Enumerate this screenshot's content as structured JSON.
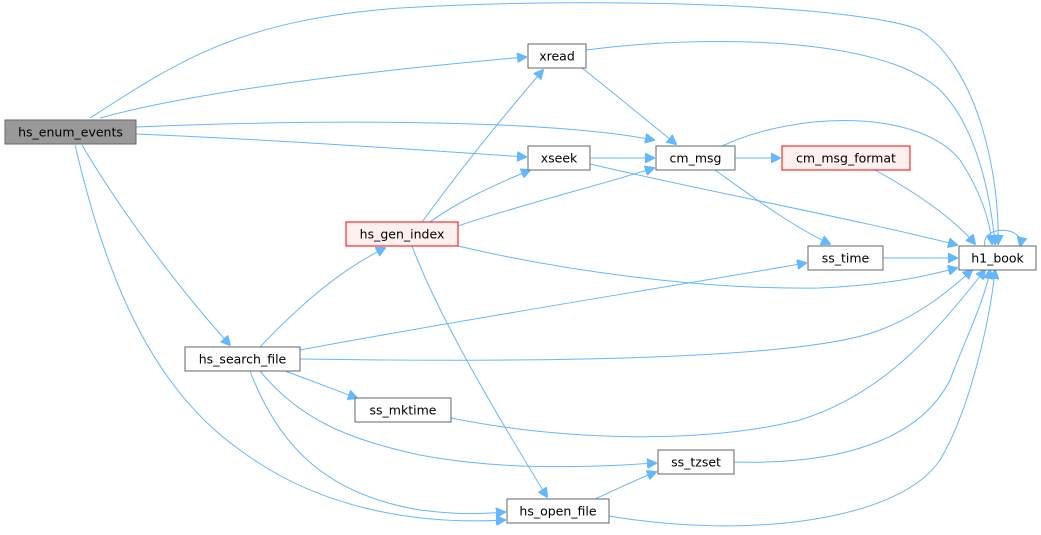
{
  "graph": {
    "nodes": {
      "hs_enum_events": {
        "label": "hs_enum_events",
        "style": "root"
      },
      "xread": {
        "label": "xread",
        "style": "normal"
      },
      "xseek": {
        "label": "xseek",
        "style": "normal"
      },
      "cm_msg": {
        "label": "cm_msg",
        "style": "normal"
      },
      "cm_msg_format": {
        "label": "cm_msg_format",
        "style": "truncated"
      },
      "hs_gen_index": {
        "label": "hs_gen_index",
        "style": "truncated"
      },
      "ss_time": {
        "label": "ss_time",
        "style": "normal"
      },
      "h1_book": {
        "label": "h1_book",
        "style": "normal"
      },
      "hs_search_file": {
        "label": "hs_search_file",
        "style": "normal"
      },
      "ss_mktime": {
        "label": "ss_mktime",
        "style": "normal"
      },
      "ss_tzset": {
        "label": "ss_tzset",
        "style": "normal"
      },
      "hs_open_file": {
        "label": "hs_open_file",
        "style": "normal"
      }
    },
    "edges": [
      [
        "hs_enum_events",
        "h1_book"
      ],
      [
        "hs_enum_events",
        "xread"
      ],
      [
        "hs_enum_events",
        "cm_msg"
      ],
      [
        "hs_enum_events",
        "xseek"
      ],
      [
        "hs_enum_events",
        "hs_search_file"
      ],
      [
        "hs_enum_events",
        "hs_open_file"
      ],
      [
        "xread",
        "cm_msg"
      ],
      [
        "xread",
        "h1_book"
      ],
      [
        "xseek",
        "cm_msg"
      ],
      [
        "xseek",
        "h1_book"
      ],
      [
        "cm_msg",
        "cm_msg_format"
      ],
      [
        "cm_msg",
        "h1_book"
      ],
      [
        "cm_msg",
        "ss_time"
      ],
      [
        "cm_msg_format",
        "h1_book"
      ],
      [
        "hs_gen_index",
        "xread"
      ],
      [
        "hs_gen_index",
        "xseek"
      ],
      [
        "hs_gen_index",
        "cm_msg"
      ],
      [
        "hs_gen_index",
        "h1_book"
      ],
      [
        "hs_gen_index",
        "hs_open_file"
      ],
      [
        "ss_time",
        "h1_book"
      ],
      [
        "h1_book",
        "h1_book"
      ],
      [
        "hs_search_file",
        "hs_gen_index"
      ],
      [
        "hs_search_file",
        "ss_time"
      ],
      [
        "hs_search_file",
        "h1_book"
      ],
      [
        "hs_search_file",
        "ss_mktime"
      ],
      [
        "hs_search_file",
        "ss_tzset"
      ],
      [
        "hs_search_file",
        "hs_open_file"
      ],
      [
        "ss_mktime",
        "h1_book"
      ],
      [
        "ss_tzset",
        "h1_book"
      ],
      [
        "hs_open_file",
        "ss_tzset"
      ],
      [
        "hs_open_file",
        "h1_book"
      ]
    ]
  }
}
